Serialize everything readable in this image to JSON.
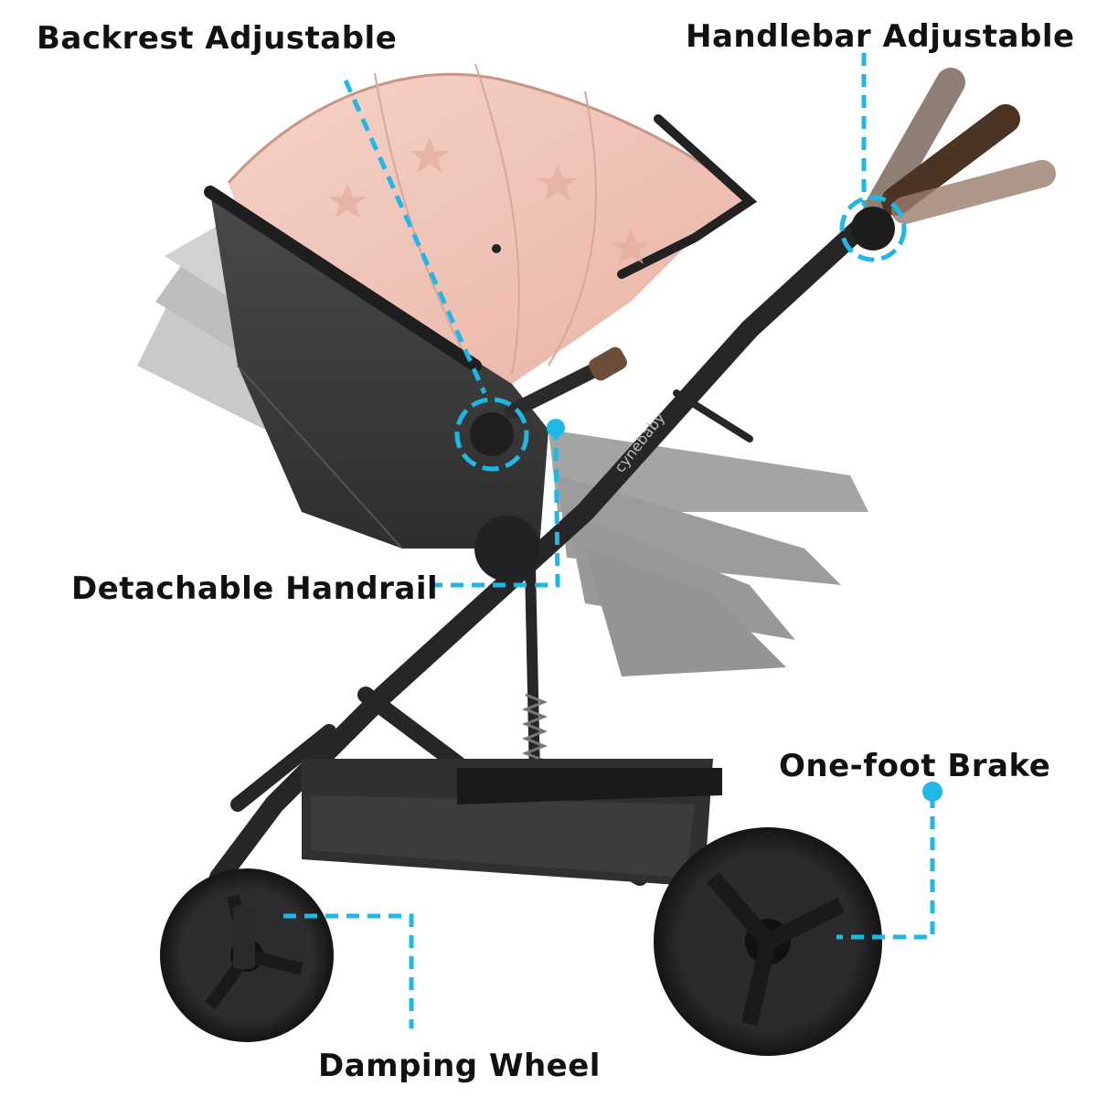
{
  "callouts": {
    "backrest": "Backrest Adjustable",
    "handlebar": "Handlebar Adjustable",
    "handrail": "Detachable Handrail",
    "brake": "One-foot Brake",
    "wheel": "Damping Wheel"
  },
  "brand": {
    "logo_text": "cynebaby"
  },
  "colors": {
    "accent": "#1fb8e6",
    "canopy": "#f1c4b7",
    "frame": "#2b2b2b",
    "seat": "#3a3a3a"
  }
}
